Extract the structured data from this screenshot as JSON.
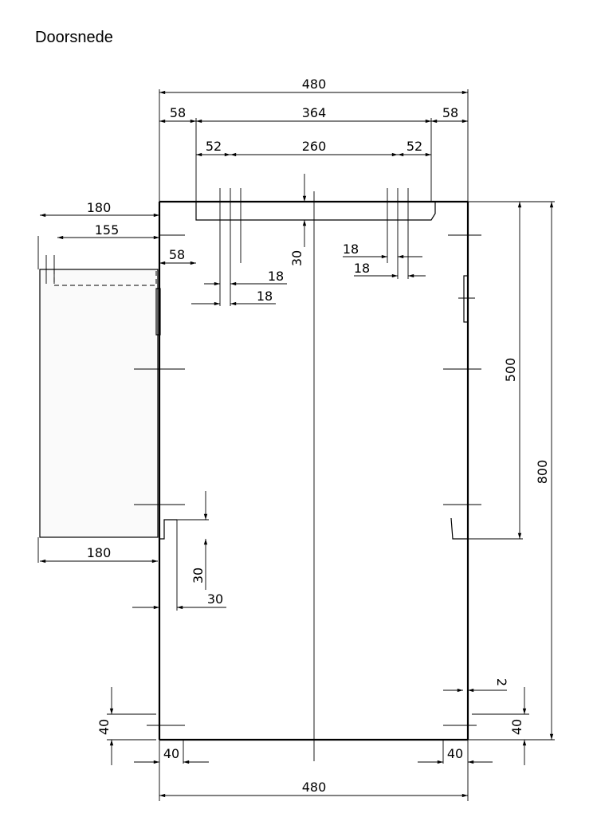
{
  "title": "Doorsnede",
  "dimensions": {
    "overall_width_top": "480",
    "left_offset": "58",
    "inner_width": "364",
    "right_offset": "58",
    "left_panel": "52",
    "middle_width": "260",
    "right_panel": "52",
    "side_width_top": "180",
    "side_width_inner": "155",
    "side_offset": "58",
    "top_thickness": "30",
    "left_gap_a": "18",
    "left_gap_b": "18",
    "right_gap_a": "18",
    "right_gap_b": "18",
    "lower_height": "500",
    "total_height": "800",
    "side_width_bottom": "180",
    "ledge_height": "30",
    "ledge_width": "30",
    "gap_right": "2",
    "foot_height_left": "40",
    "foot_height_right": "40",
    "foot_width_left": "40",
    "foot_width_right": "40",
    "overall_width_bottom": "480"
  },
  "colors": {
    "line": "#000000",
    "background": "#ffffff"
  }
}
